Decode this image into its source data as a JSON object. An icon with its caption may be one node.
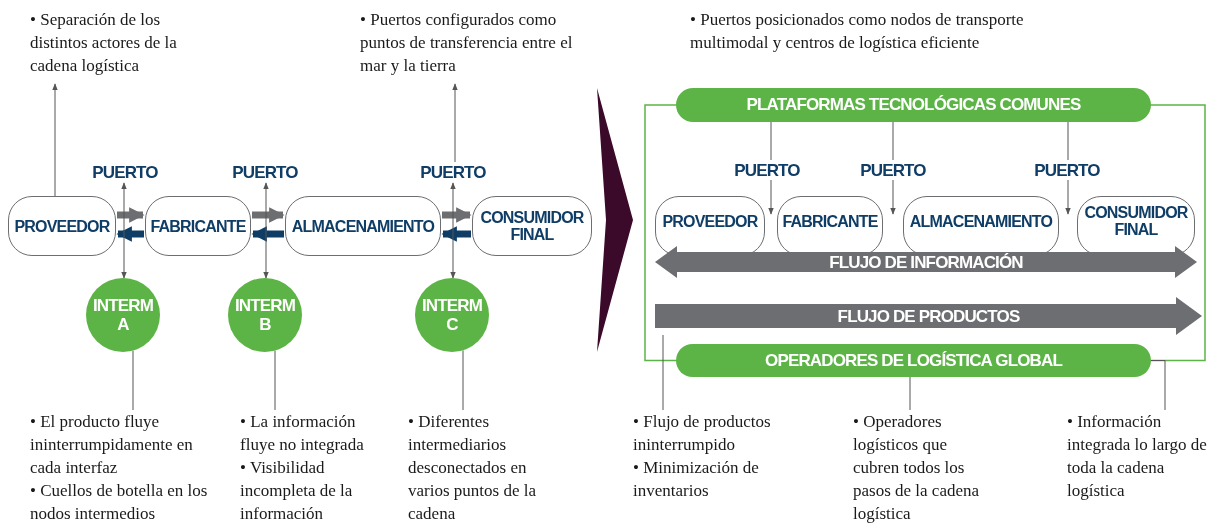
{
  "diagram": {
    "nodes": [
      {
        "text": [
          "• Separación de los distintos actores de la cadena logística"
        ]
      },
      {
        "text": [
          "• Puertos configurados como puntos de transferencia entre el mar y la tierra"
        ]
      },
      {
        "text": [
          "PUERTO"
        ]
      },
      {
        "text": [
          "PUERTO"
        ]
      },
      {
        "text": [
          "PUERTO"
        ]
      },
      {
        "text": [
          "PROVEEDOR"
        ]
      },
      {
        "text": [
          "FABRICANTE"
        ]
      },
      {
        "text": [
          "ALMACENAMIENTO"
        ]
      },
      {
        "text": [
          "CONSUMIDOR FINAL"
        ]
      },
      {
        "text": [
          "INTERM A"
        ]
      },
      {
        "text": [
          "INTERM B"
        ]
      },
      {
        "text": [
          "INTERM C"
        ]
      },
      {
        "text": [
          "• El producto fluye ininterrumpidamente en cada interfaz",
          "• Cuellos de botella en los nodos intermedios"
        ]
      },
      {
        "text": [
          "• La información fluye no integrada",
          "• Visibilidad incompleta de la información"
        ]
      },
      {
        "text": [
          "• Diferentes intermediarios desconectados en varios puntos de la cadena"
        ]
      },
      {
        "text": [
          "• Puertos posicionados como nodos de transporte multimodal y centros de logística eficiente"
        ]
      },
      {
        "text": [
          "PLATAFORMAS TECNOLÓGICAS COMUNES"
        ]
      },
      {
        "text": [
          "PUERTO"
        ]
      },
      {
        "text": [
          "PUERTO"
        ]
      },
      {
        "text": [
          "PUERTO"
        ]
      },
      {
        "text": [
          "PROVEEDOR"
        ]
      },
      {
        "text": [
          "FABRICANTE"
        ]
      },
      {
        "text": [
          "ALMACENAMIENTO"
        ]
      },
      {
        "text": [
          "CONSUMIDOR FINAL"
        ]
      },
      {
        "text": [
          "FLUJO DE INFORMACIÓN"
        ]
      },
      {
        "text": [
          "FLUJO DE PRODUCTOS"
        ]
      },
      {
        "text": [
          "OPERADORES DE LOGÍSTICA GLOBAL"
        ]
      },
      {
        "text": [
          "• Flujo de productos ininterrumpido",
          "• Minimización de inventarios"
        ]
      },
      {
        "text": [
          "• Operadores logísticos que cubren todos los pasos de la cadena logística"
        ]
      },
      {
        "text": [
          "• Información integrada lo largo de toda la cadena logística"
        ]
      },
      {
        "text": [],
        "shape": "chevron"
      }
    ],
    "edges": [
      {
        "from": 5,
        "to": 0,
        "arrow": "to"
      },
      {
        "from": 5,
        "to": 6,
        "arrow": "to",
        "style": "thick"
      },
      {
        "from": 6,
        "to": 5,
        "arrow": "to",
        "style": "thick",
        "color": "#0f3d66"
      },
      {
        "from": 6,
        "to": 7,
        "arrow": "to",
        "style": "thick"
      },
      {
        "from": 7,
        "to": 6,
        "arrow": "to",
        "style": "thick",
        "color": "#0f3d66"
      },
      {
        "from": 7,
        "to": 8,
        "arrow": "to",
        "style": "thick"
      },
      {
        "from": 8,
        "to": 7,
        "arrow": "to",
        "style": "thick",
        "color": "#0f3d66"
      },
      {
        "from": 9,
        "to": 2,
        "arrow": "both"
      },
      {
        "from": 10,
        "to": 3,
        "arrow": "both"
      },
      {
        "from": 11,
        "to": 4,
        "arrow": "both"
      },
      {
        "from": 4,
        "to": 1,
        "arrow": "to"
      },
      {
        "from": 9,
        "to": 12,
        "arrow": "none"
      },
      {
        "from": 10,
        "to": 13,
        "arrow": "none"
      },
      {
        "from": 11,
        "to": 14,
        "arrow": "none"
      },
      {
        "from": 16,
        "to": 17,
        "arrow": "none"
      },
      {
        "from": 17,
        "to": 21,
        "arrow": "to"
      },
      {
        "from": 16,
        "to": 18,
        "arrow": "none"
      },
      {
        "from": 18,
        "to": 21,
        "arrow": "to"
      },
      {
        "from": 16,
        "to": 19,
        "arrow": "none"
      },
      {
        "from": 19,
        "to": 23,
        "arrow": "to"
      },
      {
        "from": 16,
        "to": 26,
        "arrow": "none",
        "color": "#5db446"
      },
      {
        "from": 16,
        "to": 26,
        "arrow": "none",
        "color": "#5db446"
      },
      {
        "from": 25,
        "to": 27,
        "arrow": "none"
      },
      {
        "from": 26,
        "to": 28,
        "arrow": "none"
      },
      {
        "from": 26,
        "to": 29,
        "arrow": "none"
      }
    ]
  }
}
